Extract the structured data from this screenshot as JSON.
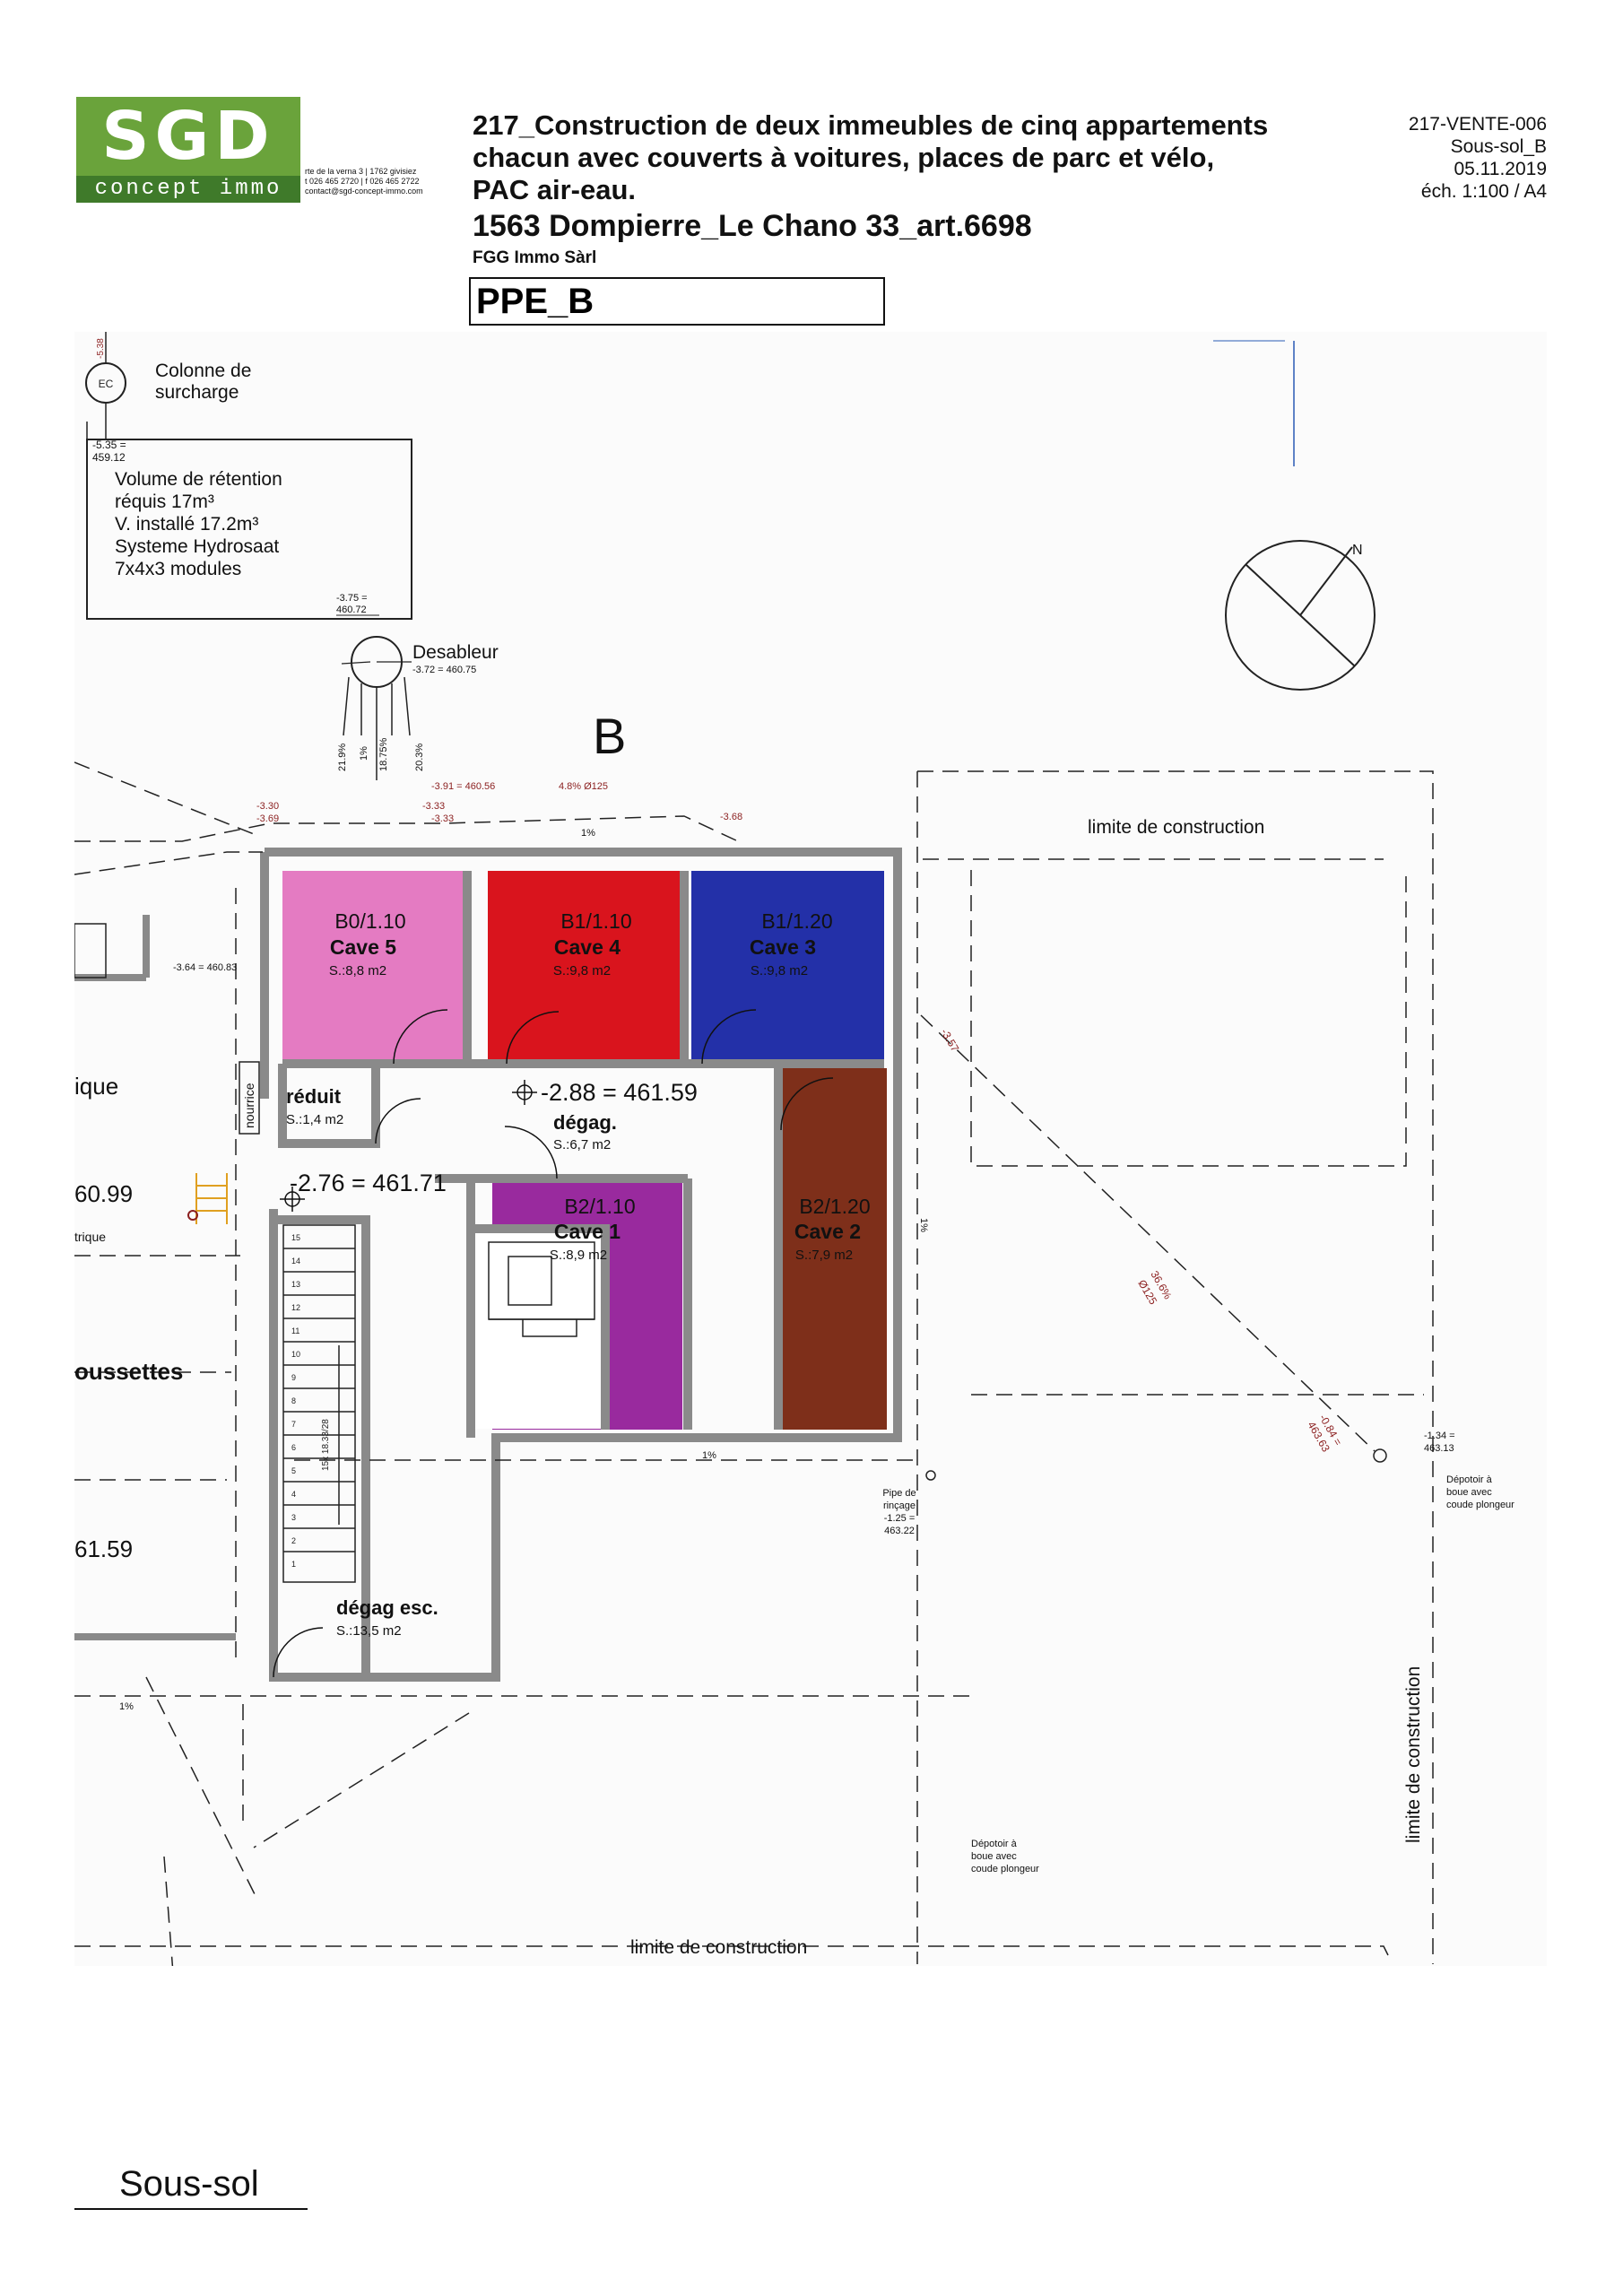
{
  "header": {
    "logo_text": "SGD",
    "logo_tagline": "concept immo",
    "contact": [
      "rte de la verna 3 | 1762 givisiez",
      "t 026 465 2720 | f 026 465 2722",
      "contact@sgd-concept-immo.com"
    ],
    "title_lines": [
      "217_Construction de deux immeubles de cinq appartements",
      "chacun avec couverts à voitures, places de parc et  vélo,",
      "PAC air-eau."
    ],
    "subtitle": "1563 Dompierre_Le Chano 33_art.6698",
    "client": "FGG Immo Sàrl",
    "ppe_label": "PPE_B",
    "ref": [
      "217-VENTE-006",
      "Sous-sol_B",
      "05.11.2019",
      "éch. 1:100 / A4"
    ]
  },
  "plan": {
    "colors": {
      "cave5": "#e47bc2",
      "cave4": "#d9141d",
      "cave3": "#2330a8",
      "cave1": "#992a9e",
      "cave2": "#7e2f1a",
      "wall": "#8a8a8a",
      "line": "#222222",
      "red_dim": "#8b1f1f"
    },
    "building_label": "B",
    "north_label": "N",
    "legend_ec_badge": "EC",
    "legend_ec_text": [
      "Colonne de",
      "surcharge"
    ],
    "retention_level": [
      "-5.35 =",
      "459.12"
    ],
    "retention_text": [
      "Volume de rétention",
      "réquis 17m³",
      "V. installé 17.2m³",
      "Systeme Hydrosaat",
      "7x4x3 modules"
    ],
    "desableur_level": [
      "-3.75 =",
      "460.72"
    ],
    "desableur_label": "Desableur",
    "desableur_sub": "-3.72 = 460.75",
    "elev_top": "-5.38",
    "pipe_slopes": [
      "21.9%",
      "1%",
      "18.75%",
      "20.3%"
    ],
    "pipe_label_main": "-3.91 = 460.56",
    "pipe_label_dia": "4.8% Ø125",
    "level_330": "-3.30",
    "level_369": "-3.69",
    "level_333a": "-3.33",
    "level_333b": "-3.33",
    "level_368": "-3.68",
    "slope_top": "1%",
    "limite_top": "limite de construction",
    "limite_right": "limite de construction",
    "limite_bottom": "limite de construction",
    "rooms": [
      {
        "code": "B0/1.10",
        "name": "Cave 5",
        "surface": "S.:8,8 m2"
      },
      {
        "code": "B1/1.10",
        "name": "Cave 4",
        "surface": "S.:9,8 m2"
      },
      {
        "code": "B1/1.20",
        "name": "Cave 3",
        "surface": "S.:9,8 m2"
      },
      {
        "code": "B2/1.10",
        "name": "Cave 1",
        "surface": "S.:8,9 m2"
      },
      {
        "code": "B2/1.20",
        "name": "Cave 2",
        "surface": "S.:7,9 m2"
      }
    ],
    "reduit_name": "réduit",
    "reduit_surface": "S.:1,4 m2",
    "nourrice_label": "nourrice",
    "degag_level": "-2.88 = 461.59",
    "degag_name": "dégag.",
    "degag_surface": "S.:6,7 m2",
    "stair_level": "-2.76 = 461.71",
    "stair_name": "dégag esc.",
    "stair_surface": "S.:13,5 m2",
    "stair_steps": [
      "15",
      "14",
      "13",
      "12",
      "11",
      "10",
      "9",
      "8",
      "7",
      "6",
      "5",
      "4",
      "3",
      "2",
      "1"
    ],
    "stair_calc": "15x 18.33/28",
    "left_level": "-3.64 = 460.83",
    "left_partial": [
      "ique",
      "60.99",
      "trique",
      "oussettes",
      "61.59"
    ],
    "slope_left_bottom": "1%",
    "slope_bottom": "1%",
    "slope_vertical": "1%",
    "diag_slope": "36.6%",
    "diag_dia": "Ø125",
    "diag_level_a": "-3.57",
    "diag_level_b": "-0.84 =",
    "diag_level_c": "463.63",
    "pipe_rincage": [
      "Pipe de",
      "rinçage",
      "-1.25 =",
      "463.22"
    ],
    "depotoir_right_level": [
      "-1.34 =",
      "463.13"
    ],
    "depotoir_right": [
      "Dépotoir à",
      "boue avec",
      "coude plongeur"
    ],
    "depotoir_bottom": [
      "Dépotoir à",
      "boue avec",
      "coude plongeur"
    ]
  },
  "footer": {
    "label": "Sous-sol"
  }
}
